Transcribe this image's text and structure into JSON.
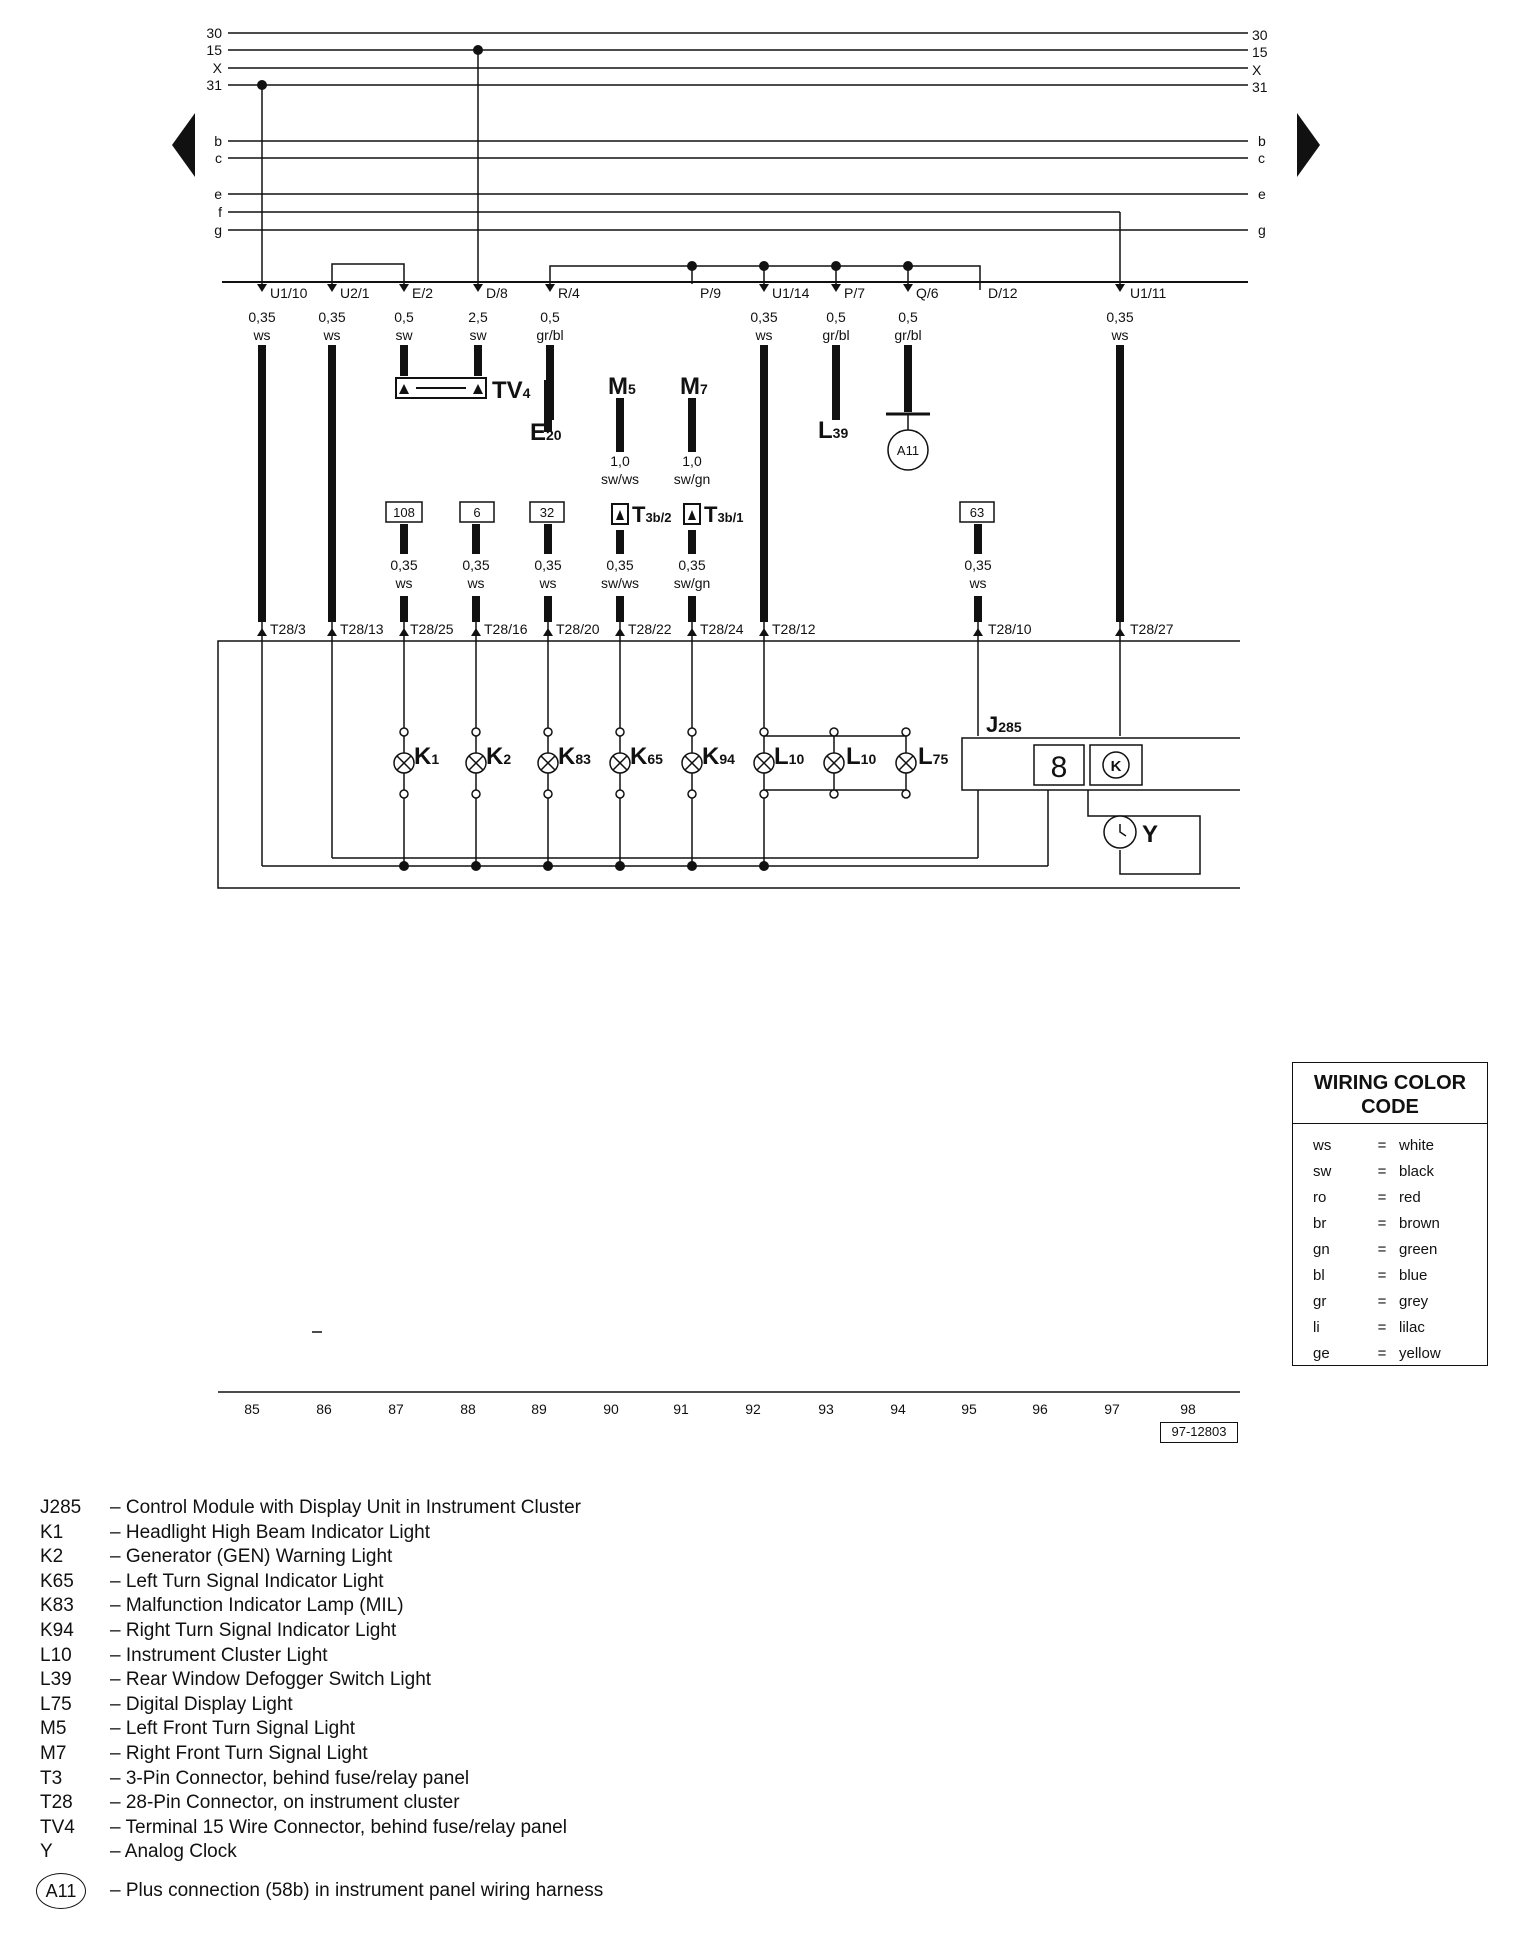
{
  "buses": {
    "left": [
      "30",
      "15",
      "X",
      "31"
    ],
    "right": [
      "30",
      "15",
      "X",
      "31"
    ],
    "letters_left": [
      "b",
      "c",
      "e",
      "f",
      "g"
    ],
    "letters_right": [
      "b",
      "c",
      "e",
      "g"
    ]
  },
  "top_connectors": [
    "U1/10",
    "U2/1",
    "E/2",
    "D/8",
    "R/4",
    "P/9",
    "U1/14",
    "P/7",
    "Q/6",
    "D/12",
    "U1/11"
  ],
  "top_wires": [
    {
      "size": "0,35",
      "color": "ws"
    },
    {
      "size": "0,35",
      "color": "ws"
    },
    {
      "size": "0,5",
      "color": "sw"
    },
    {
      "size": "2,5",
      "color": "sw"
    },
    {
      "size": "0,5",
      "color": "gr/bl"
    },
    {
      "size": "0,35",
      "color": "ws"
    },
    {
      "size": "0,5",
      "color": "gr/bl"
    },
    {
      "size": "0,5",
      "color": "gr/bl"
    },
    {
      "size": "0,35",
      "color": "ws"
    }
  ],
  "components": {
    "tv4": {
      "main": "TV",
      "sub": "4"
    },
    "e20": {
      "main": "E",
      "sub": "20"
    },
    "m5": {
      "main": "M",
      "sub": "5"
    },
    "m7": {
      "main": "M",
      "sub": "7"
    },
    "l39": {
      "main": "L",
      "sub": "39"
    },
    "a11": "A11",
    "t3b2": {
      "main": "T",
      "sub": "3b/2"
    },
    "t3b1": {
      "main": "T",
      "sub": "3b/1"
    },
    "j285": {
      "main": "J",
      "sub": "285"
    },
    "y": "Y",
    "display_digit": "8",
    "display_k": "K"
  },
  "m_wires": [
    {
      "size": "1,0",
      "color": "sw/ws"
    },
    {
      "size": "1,0",
      "color": "sw/gn"
    }
  ],
  "ground_refs": [
    "108",
    "6",
    "32",
    "63"
  ],
  "mid_wires": [
    {
      "size": "0,35",
      "color": "ws"
    },
    {
      "size": "0,35",
      "color": "ws"
    },
    {
      "size": "0,35",
      "color": "ws"
    },
    {
      "size": "0,35",
      "color": "sw/ws"
    },
    {
      "size": "0,35",
      "color": "sw/gn"
    },
    {
      "size": "0,35",
      "color": "ws"
    }
  ],
  "t28_pins": [
    "T28/3",
    "T28/13",
    "T28/25",
    "T28/16",
    "T28/20",
    "T28/22",
    "T28/24",
    "T28/12",
    "T28/10",
    "T28/27"
  ],
  "lamps": [
    {
      "main": "K",
      "sub": "1"
    },
    {
      "main": "K",
      "sub": "2"
    },
    {
      "main": "K",
      "sub": "83"
    },
    {
      "main": "K",
      "sub": "65"
    },
    {
      "main": "K",
      "sub": "94"
    },
    {
      "main": "L",
      "sub": "10"
    },
    {
      "main": "L",
      "sub": "10"
    },
    {
      "main": "L",
      "sub": "75"
    }
  ],
  "scale": [
    "85",
    "86",
    "87",
    "88",
    "89",
    "90",
    "91",
    "92",
    "93",
    "94",
    "95",
    "96",
    "97",
    "98"
  ],
  "ref_number": "97-12803",
  "color_code": {
    "title": "WIRING COLOR CODE",
    "rows": [
      {
        "code": "ws",
        "eq": "=",
        "name": "white"
      },
      {
        "code": "sw",
        "eq": "=",
        "name": "black"
      },
      {
        "code": "ro",
        "eq": "=",
        "name": "red"
      },
      {
        "code": "br",
        "eq": "=",
        "name": "brown"
      },
      {
        "code": "gn",
        "eq": "=",
        "name": "green"
      },
      {
        "code": "bl",
        "eq": "=",
        "name": "blue"
      },
      {
        "code": "gr",
        "eq": "=",
        "name": "grey"
      },
      {
        "code": "li",
        "eq": "=",
        "name": "lilac"
      },
      {
        "code": "ge",
        "eq": "=",
        "name": "yellow"
      }
    ]
  },
  "legend": [
    {
      "code": "J285",
      "desc": "– Control Module with Display Unit in Instrument Cluster"
    },
    {
      "code": "K1",
      "desc": "– Headlight High Beam Indicator Light"
    },
    {
      "code": "K2",
      "desc": "– Generator (GEN) Warning Light"
    },
    {
      "code": "K65",
      "desc": "– Left Turn Signal Indicator Light"
    },
    {
      "code": "K83",
      "desc": "– Malfunction Indicator Lamp (MIL)"
    },
    {
      "code": "K94",
      "desc": "– Right Turn Signal Indicator Light"
    },
    {
      "code": "L10",
      "desc": "– Instrument Cluster Light"
    },
    {
      "code": "L39",
      "desc": "– Rear Window Defogger Switch Light"
    },
    {
      "code": "L75",
      "desc": "– Digital Display Light"
    },
    {
      "code": "M5",
      "desc": "– Left Front Turn Signal Light"
    },
    {
      "code": "M7",
      "desc": "– Right Front Turn Signal Light"
    },
    {
      "code": "T3",
      "desc": "– 3-Pin Connector, behind fuse/relay panel"
    },
    {
      "code": "T28",
      "desc": "– 28-Pin Connector, on instrument cluster"
    },
    {
      "code": "TV4",
      "desc": "– Terminal 15 Wire Connector, behind fuse/relay panel"
    },
    {
      "code": "Y",
      "desc": "– Analog Clock"
    }
  ],
  "legend_a11": {
    "code": "A11",
    "desc": "– Plus connection (58b) in instrument panel wiring harness"
  }
}
